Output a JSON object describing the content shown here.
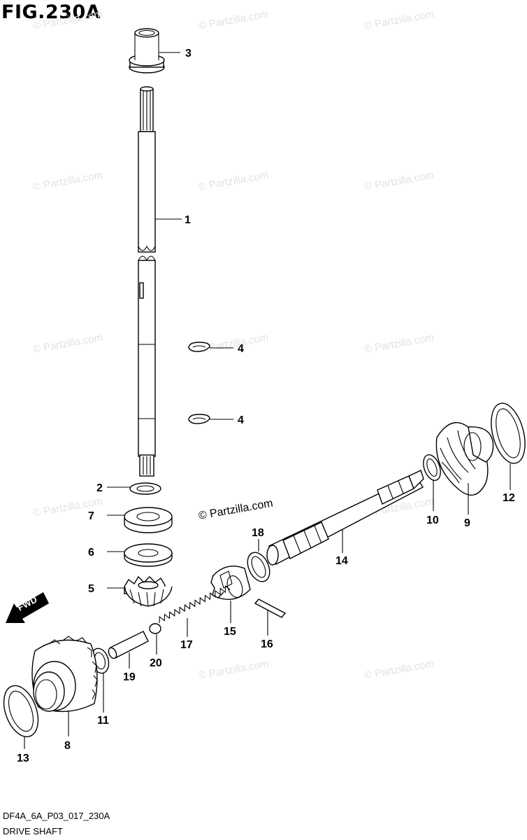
{
  "figure_title": "FIG.230A",
  "diagram_code": "DF4A_6A_P03_017_230A",
  "diagram_name": "DRIVE SHAFT",
  "watermark": "© Partzilla.com",
  "center_watermark": "© Partzilla.com",
  "fwd_label": "FWD",
  "callouts": {
    "c1": "1",
    "c2": "2",
    "c3": "3",
    "c4a": "4",
    "c4b": "4",
    "c5": "5",
    "c6": "6",
    "c7": "7",
    "c8": "8",
    "c9": "9",
    "c10": "10",
    "c11": "11",
    "c12": "12",
    "c13": "13",
    "c14": "14",
    "c15": "15",
    "c16": "16",
    "c17": "17",
    "c18": "18",
    "c19": "19",
    "c20": "20"
  }
}
